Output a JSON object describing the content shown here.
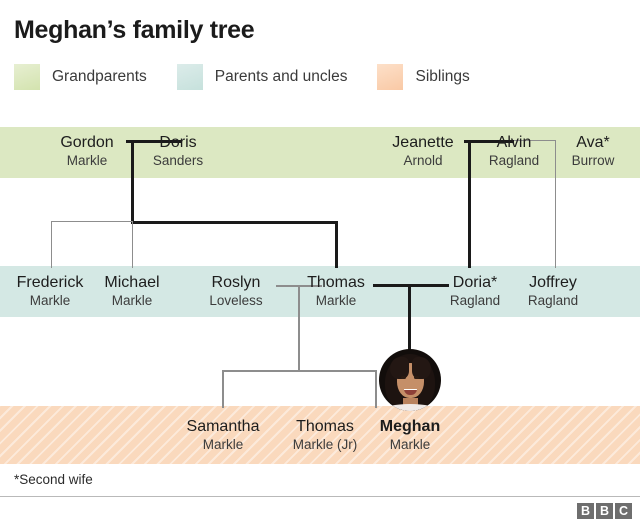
{
  "title": "Meghan’s family tree",
  "legend": {
    "items": [
      {
        "label": "Grandparents",
        "color": "#dce8c2",
        "swatch": "green-swatch"
      },
      {
        "label": "Parents and uncles",
        "color": "#d4e8e4",
        "swatch": "teal-swatch"
      },
      {
        "label": "Siblings",
        "color": "#fad9bd",
        "swatch": "peach-swatch"
      }
    ]
  },
  "generations": {
    "grandparents": {
      "band_color": "#dce8c2",
      "people": [
        {
          "first": "Gordon",
          "last": "Markle"
        },
        {
          "first": "Doris",
          "last": "Sanders"
        },
        {
          "first": "Jeanette",
          "last": "Arnold"
        },
        {
          "first": "Alvin",
          "last": "Ragland"
        },
        {
          "first": "Ava*",
          "last": "Burrow"
        }
      ]
    },
    "parents": {
      "band_color": "#d4e8e4",
      "people": [
        {
          "first": "Frederick",
          "last": "Markle"
        },
        {
          "first": "Michael",
          "last": "Markle"
        },
        {
          "first": "Roslyn",
          "last": "Loveless"
        },
        {
          "first": "Thomas",
          "last": "Markle"
        },
        {
          "first": "Doria*",
          "last": "Ragland"
        },
        {
          "first": "Joffrey",
          "last": "Ragland"
        }
      ]
    },
    "siblings": {
      "band_color": "#fad9bd",
      "people": [
        {
          "first": "Samantha",
          "last": "Markle"
        },
        {
          "first": "Thomas",
          "last": "Markle (Jr)"
        },
        {
          "first": "Meghan",
          "last": "Markle",
          "highlight": true,
          "portrait": "meghan-portrait"
        }
      ]
    }
  },
  "footnote": "*Second wife",
  "brand": {
    "letters": [
      "B",
      "B",
      "C"
    ],
    "color": "#6e6e6e"
  }
}
